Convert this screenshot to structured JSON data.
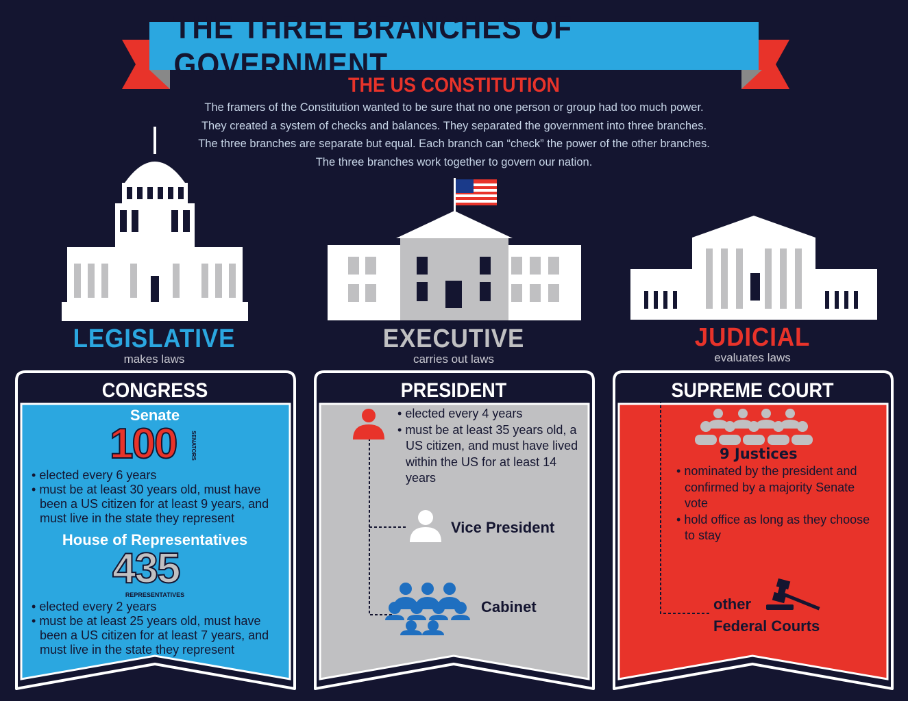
{
  "title": "THE THREE BRANCHES OF GOVERNMENT",
  "subtitle": "THE US CONSTITUTION",
  "intro": [
    "The framers of the Constitution wanted to be sure that no one person or group had too much power.",
    "They created a system of checks and balances. They separated the government into three branches.",
    "The three branches are separate but equal. Each branch can “check” the power of the other branches.",
    "The three branches work together to govern our nation."
  ],
  "colors": {
    "background": "#141530",
    "legislative": "#2ba7e0",
    "executive": "#c0c0c2",
    "judicial": "#e8332a"
  },
  "branches": [
    {
      "name": "LEGISLATIVE",
      "desc": "makes laws",
      "icon": "capitol-building-icon"
    },
    {
      "name": "EXECUTIVE",
      "desc": "carries out laws",
      "icon": "white-house-icon"
    },
    {
      "name": "JUDICIAL",
      "desc": "evaluates laws",
      "icon": "supreme-court-building-icon"
    }
  ],
  "congress": {
    "title": "CONGRESS",
    "senate": {
      "heading": "Senate",
      "count": "100",
      "count_label": "SENATORS",
      "bullets": [
        "elected every 6 years",
        "must be at least 30 years old, must have been a US citizen for at least 9 years, and must live in the state they represent"
      ]
    },
    "house": {
      "heading": "House of Representatives",
      "count": "435",
      "count_label": "REPRESENTATIVES",
      "bullets": [
        "elected every 2 years",
        "must be at least 25 years old, must have been a US citizen for at least 7 years, and must live in the state they represent"
      ]
    }
  },
  "president": {
    "title": "PRESIDENT",
    "bullets": [
      "elected every 4 years",
      "must be at least 35 years old, a US citizen, and must have lived within the US for at least 14 years"
    ],
    "vice": "Vice President",
    "cabinet": "Cabinet"
  },
  "court": {
    "title": "SUPREME COURT",
    "justices": "9 Justices",
    "bullets": [
      "nominated by the president and confirmed by a majority Senate vote",
      "hold office as long as they choose to stay"
    ],
    "other1": "other",
    "other2": "Federal Courts"
  }
}
